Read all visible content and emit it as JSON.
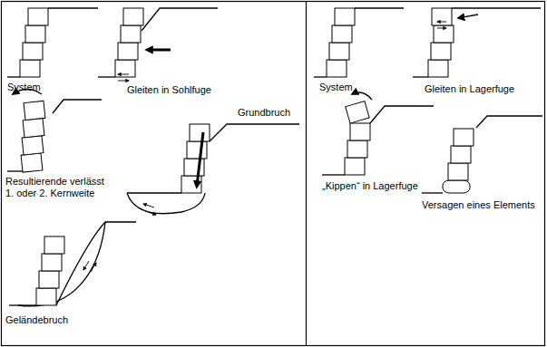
{
  "diagram": {
    "labels": [
      "System",
      "Gleiten in Sohlfuge",
      "Resultierende verlässt 1. oder 2. Kernweite",
      "Grundbruch",
      "Geländebruch",
      "System",
      "Gleiten in Lagerfuge",
      "„Kippen“ in Lagerfuge",
      "Versagen eines Elements"
    ]
  }
}
